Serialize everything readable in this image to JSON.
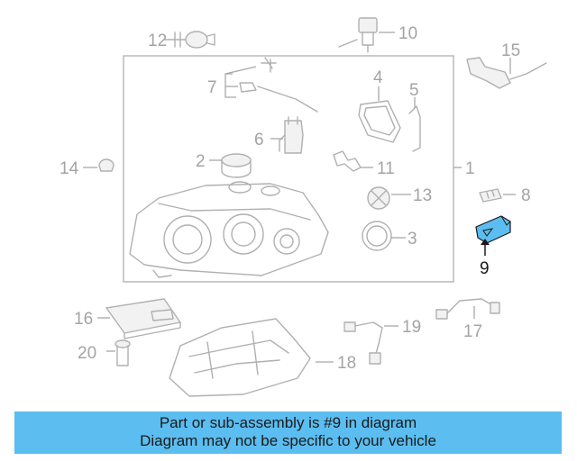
{
  "diagram": {
    "highlighted_part": "9",
    "callouts": [
      "12",
      "10",
      "15",
      "7",
      "4",
      "5",
      "6",
      "2",
      "14",
      "11",
      "1",
      "8",
      "13",
      "3",
      "9",
      "16",
      "19",
      "17",
      "20",
      "18"
    ],
    "colors": {
      "highlight": "#5bbdf0",
      "line": "#b0b0b0",
      "text": "#a4a4a4"
    }
  },
  "footer": {
    "line1": "Part or sub-assembly is #9 in diagram",
    "line2": "Diagram may not be specific to your vehicle"
  }
}
